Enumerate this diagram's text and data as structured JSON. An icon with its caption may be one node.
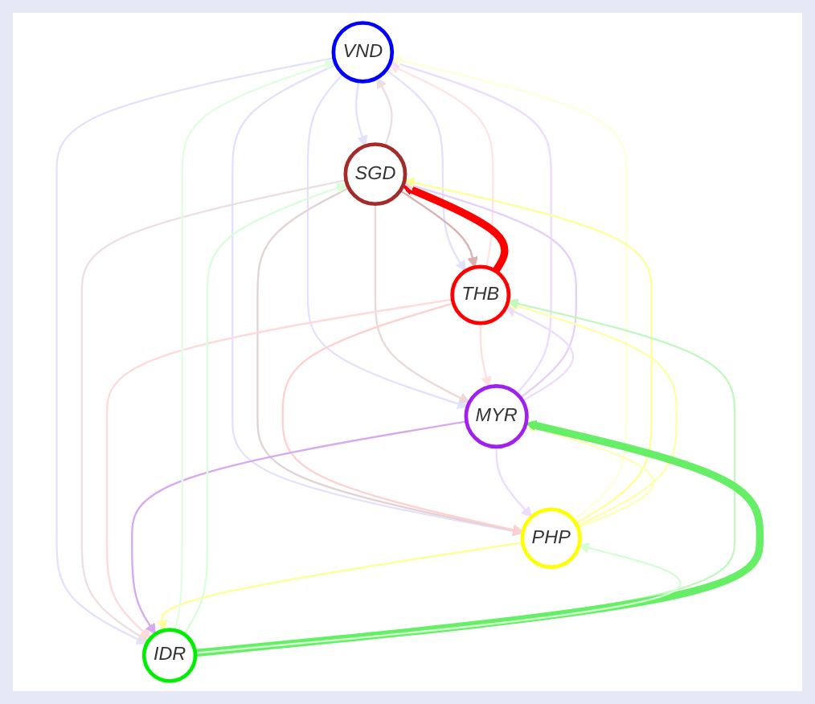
{
  "diagram": {
    "nodes": [
      {
        "text": [
          "VND"
        ]
      },
      {
        "text": [
          "SGD"
        ]
      },
      {
        "text": [
          "THB"
        ]
      },
      {
        "text": [
          "MYR"
        ]
      },
      {
        "text": [
          "PHP"
        ]
      },
      {
        "text": [
          "IDR"
        ]
      }
    ],
    "edges": [
      {
        "from": 0,
        "to": 1,
        "arrow": "to",
        "color": "#e2e2ff"
      },
      {
        "from": 0,
        "to": 2,
        "arrow": "to",
        "color": "#e2e2ff"
      },
      {
        "from": 0,
        "to": 3,
        "arrow": "to",
        "color": "#e2e2ff"
      },
      {
        "from": 0,
        "to": 4,
        "arrow": "to",
        "color": "#e2e2ff"
      },
      {
        "from": 0,
        "to": 5,
        "arrow": "to",
        "color": "#e2e2ff"
      },
      {
        "from": 1,
        "to": 0,
        "arrow": "to",
        "color": "#eedede"
      },
      {
        "from": 1,
        "to": 2,
        "arrow": "to",
        "color": "#dbb0b0"
      },
      {
        "from": 1,
        "to": 3,
        "arrow": "to",
        "color": "#ecd8d8"
      },
      {
        "from": 1,
        "to": 4,
        "arrow": "to",
        "color": "#e4d2d2"
      },
      {
        "from": 1,
        "to": 5,
        "arrow": "to",
        "color": "#eedede"
      },
      {
        "from": 2,
        "to": 0,
        "arrow": "to",
        "color": "#ffe4e4"
      },
      {
        "from": 2,
        "to": 1,
        "arrow": "to",
        "style": "thick",
        "color": "#ff0000"
      },
      {
        "from": 2,
        "to": 3,
        "arrow": "to",
        "color": "#ffe0e0"
      },
      {
        "from": 2,
        "to": 4,
        "arrow": "to",
        "color": "#ffd0d0"
      },
      {
        "from": 2,
        "to": 5,
        "arrow": "to",
        "color": "#ffdada"
      },
      {
        "from": 3,
        "to": 0,
        "arrow": "to",
        "color": "#eedcff"
      },
      {
        "from": 3,
        "to": 1,
        "arrow": "to",
        "color": "#e6d0fa"
      },
      {
        "from": 3,
        "to": 2,
        "arrow": "to",
        "color": "#eedcff"
      },
      {
        "from": 3,
        "to": 4,
        "arrow": "to",
        "color": "#eedcff"
      },
      {
        "from": 3,
        "to": 5,
        "arrow": "to",
        "color": "#d8a8f0"
      },
      {
        "from": 4,
        "to": 0,
        "arrow": "to",
        "color": "#ffffd8"
      },
      {
        "from": 4,
        "to": 1,
        "arrow": "to",
        "color": "#ffff99"
      },
      {
        "from": 4,
        "to": 2,
        "arrow": "to",
        "color": "#ffffa8"
      },
      {
        "from": 4,
        "to": 3,
        "arrow": "to",
        "color": "#ffffb8"
      },
      {
        "from": 4,
        "to": 5,
        "arrow": "to",
        "color": "#ffff99"
      },
      {
        "from": 5,
        "to": 0,
        "arrow": "to",
        "color": "#e0ffe0"
      },
      {
        "from": 5,
        "to": 1,
        "arrow": "to",
        "color": "#d8ffd8"
      },
      {
        "from": 5,
        "to": 2,
        "arrow": "to",
        "color": "#c0f8c0"
      },
      {
        "from": 5,
        "to": 3,
        "arrow": "to",
        "style": "thick",
        "color": "#66ee66"
      },
      {
        "from": 5,
        "to": 4,
        "arrow": "to",
        "color": "#d4ffd4"
      }
    ]
  }
}
